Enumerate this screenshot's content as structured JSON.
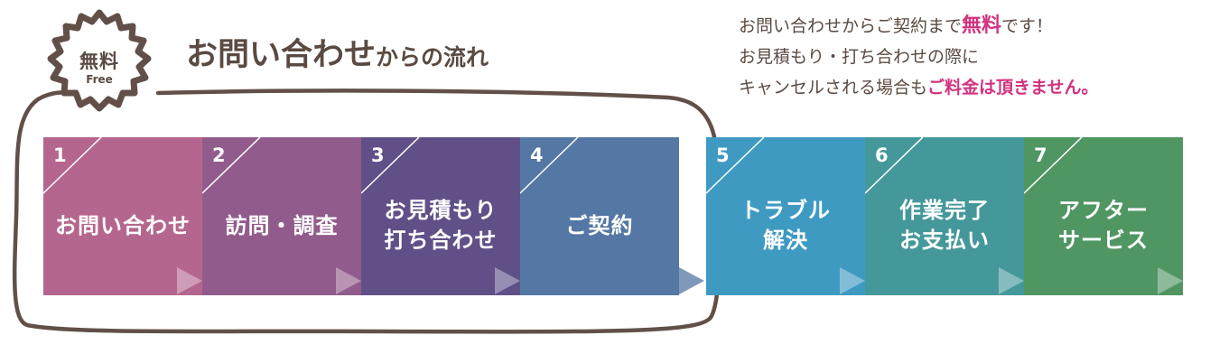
{
  "badge": {
    "main": "無料",
    "sub": "Free",
    "color": "#5a4a42"
  },
  "title": {
    "big": "お問い合わせ",
    "small": "からの流れ"
  },
  "notice": {
    "line1_before": "お問い合わせからご契約まで",
    "line1_hl": "無料",
    "line1_after": "です！",
    "line2": "お見積もり・打ち合わせの際に",
    "line3_before": "キャンセルされる場合も",
    "line3_hl": "ご料金は頂きません。",
    "highlight_color": "#d2327e"
  },
  "steps": [
    {
      "num": "1",
      "lines": [
        "お問い合わせ"
      ],
      "color": "#b5668e"
    },
    {
      "num": "2",
      "lines": [
        "訪問・調査"
      ],
      "color": "#915c8c"
    },
    {
      "num": "3",
      "lines": [
        "お見積もり",
        "打ち合わせ"
      ],
      "color": "#614f88"
    },
    {
      "num": "4",
      "lines": [
        "ご契約"
      ],
      "color": "#5477a4"
    },
    {
      "num": "5",
      "lines": [
        "トラブル",
        "解決"
      ],
      "color": "#3f9ac2"
    },
    {
      "num": "6",
      "lines": [
        "作業完了",
        "お支払い"
      ],
      "color": "#45989a"
    },
    {
      "num": "7",
      "lines": [
        "アフター",
        "サービス"
      ],
      "color": "#4f9663"
    }
  ]
}
